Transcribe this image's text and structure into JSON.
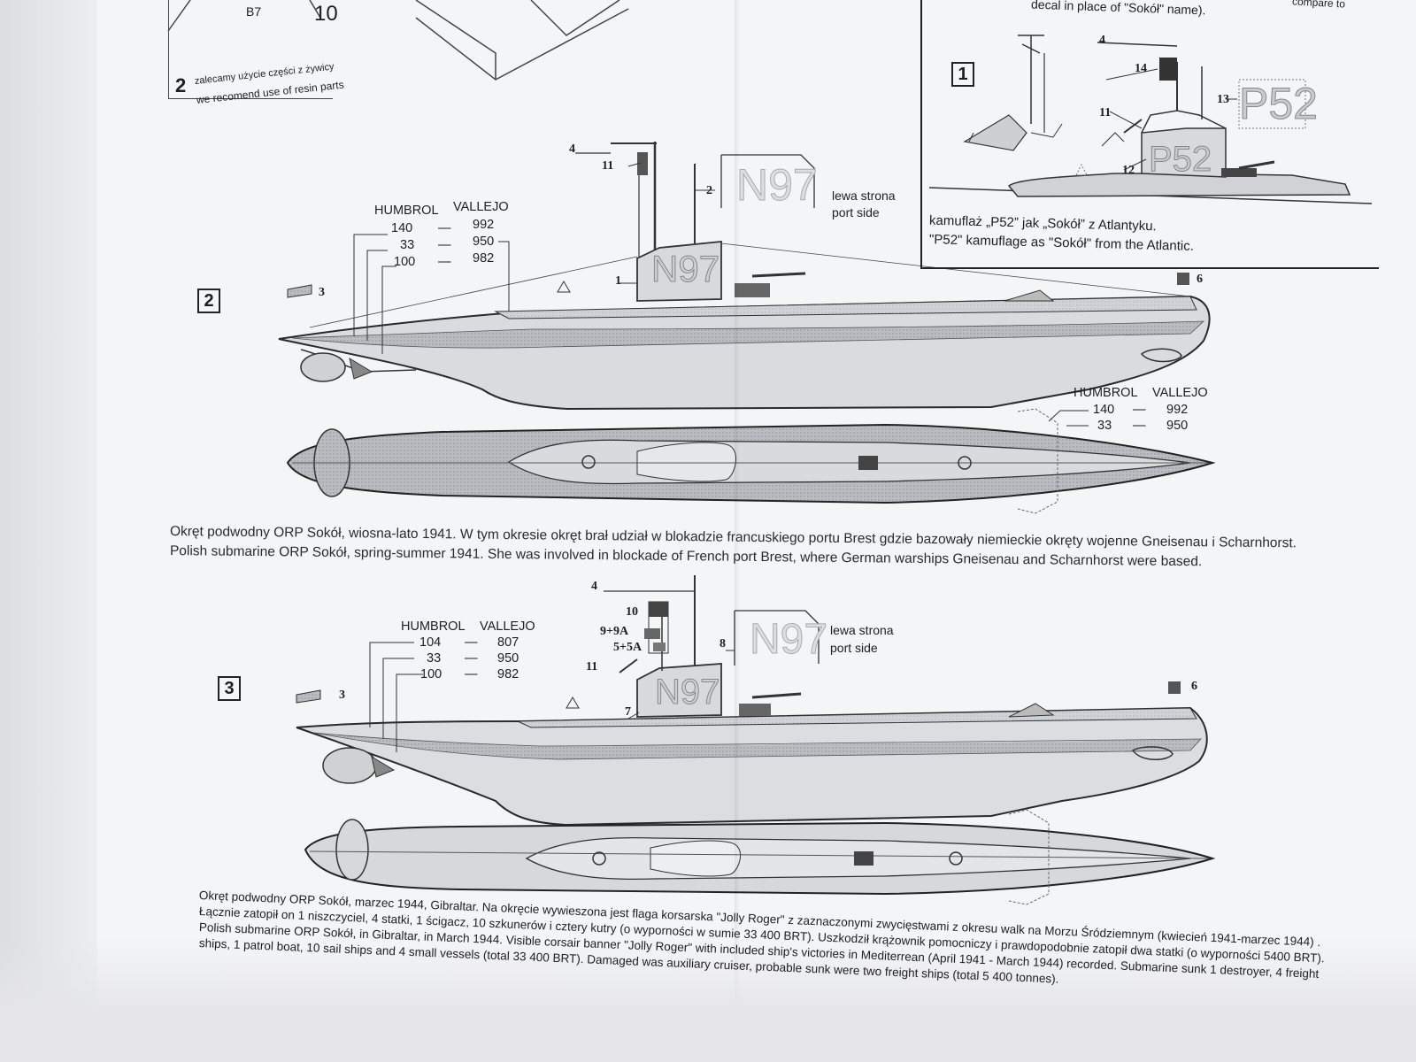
{
  "step_box": {
    "part": "B7",
    "part_num": "10",
    "step": "2",
    "pl": "zalecamy użycie części z żywicy",
    "en": "we recomend use of resin parts"
  },
  "inset": {
    "top_note": "decal in place of \"Sokół\" name).",
    "top_note_right": "compare to",
    "box": "1",
    "callouts": {
      "c4": "4",
      "c14": "14",
      "c11": "11",
      "c13": "13",
      "c12": "12"
    },
    "marking": "P52",
    "caption_pl": "kamuflaż „P52” jak „Sokół” z Atlantyku.",
    "caption_en": "\"P52\" kamuflage as \"Sokół\" from the Atlantic."
  },
  "scheme2": {
    "box": "2",
    "callouts": {
      "c1": "1",
      "c2": "2",
      "c3": "3",
      "c4": "4",
      "c6": "6",
      "c11": "11"
    },
    "marking": "N97",
    "side_label_pl": "lewa strona",
    "side_label_en": "port side",
    "paints_top": {
      "h_header": "HUMBROL",
      "v_header": "VALLEJO",
      "rows": [
        {
          "h": "140",
          "v": "992"
        },
        {
          "h": "33",
          "v": "950"
        },
        {
          "h": "100",
          "v": "982"
        }
      ]
    },
    "paints_deck": {
      "h_header": "HUMBROL",
      "v_header": "VALLEJO",
      "rows": [
        {
          "h": "140",
          "v": "992"
        },
        {
          "h": "33",
          "v": "950"
        }
      ]
    },
    "caption_pl": "Okręt podwodny ORP Sokół, wiosna-lato 1941. W tym okresie okręt brał udział w blokadzie francuskiego portu Brest gdzie bazowały niemieckie okręty wojenne Gneisenau i Scharnhorst.",
    "caption_en": "Polish submarine ORP Sokół, spring-summer 1941. She was involved in blockade of French port Brest, where German warships Gneisenau and Scharnhorst were based."
  },
  "scheme3": {
    "box": "3",
    "callouts": {
      "c3": "3",
      "c4": "4",
      "c6": "6",
      "c7": "7",
      "c8": "8",
      "c10": "10",
      "c11": "11",
      "c9": "9+9A",
      "c5": "5+5A"
    },
    "marking": "N97",
    "side_label_pl": "lewa strona",
    "side_label_en": "port side",
    "paints": {
      "h_header": "HUMBROL",
      "v_header": "VALLEJO",
      "rows": [
        {
          "h": "104",
          "v": "807"
        },
        {
          "h": "33",
          "v": "950"
        },
        {
          "h": "100",
          "v": "982"
        }
      ]
    },
    "caption": [
      "Okręt podwodny ORP Sokół, marzec 1944, Gibraltar. Na okręcie wywieszona jest flaga korsarska \"Jolly Roger\" z zaznaczonymi zwycięstwami z okresu walk na Morzu Śródziemnym (kwiecień 1941-marzec 1944) .",
      "Łącznie zatopił on 1 niszczyciel, 4 statki, 1 ścigacz, 10 szkunerów i cztery kutry (o wyporności w sumie 33 400 BRT). Uszkodził krążownik pomocniczy i prawdopodobnie zatopił dwa statki (o wyporności 5400 BRT).",
      "Polish submarine ORP Sokół, in Gibraltar, in March 1944. Visible corsair banner \"Jolly Roger\" with included ship's victories in Mediterrean (April 1941 - March 1944) recorded. Submarine sunk 1 destroyer, 4 freight",
      "ships, 1 patrol boat, 10 sail ships and 4 small vessels (total 33 400 BRT). Damaged was auxiliary cruiser, probable sunk were two freight ships (total 5 400 tonnes)."
    ]
  }
}
